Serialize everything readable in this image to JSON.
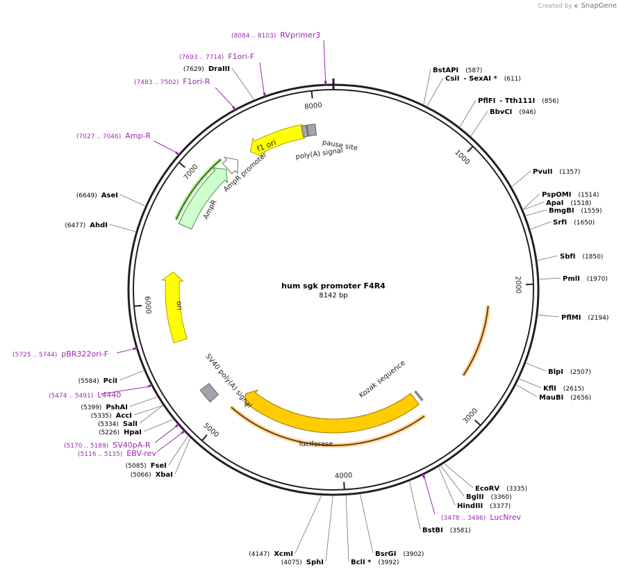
{
  "brand": {
    "created_by": "Created by",
    "app_name": "SnapGene"
  },
  "plasmid": {
    "name": "hum sgk promoter F4R4",
    "size_label": "8142 bp",
    "length": 8142
  },
  "ticks": [
    {
      "label": "1000",
      "pos": 1000
    },
    {
      "label": "2000",
      "pos": 2000
    },
    {
      "label": "3000",
      "pos": 3000
    },
    {
      "label": "4000",
      "pos": 4000
    },
    {
      "label": "5000",
      "pos": 5000
    },
    {
      "label": "6000",
      "pos": 6000
    },
    {
      "label": "7000",
      "pos": 7000
    },
    {
      "label": "8000",
      "pos": 8000
    }
  ],
  "enzymes": [
    {
      "name": "BstAPI",
      "pos": 587,
      "coord": "(587)"
    },
    {
      "name": "CsiI",
      "suffix": "- SexAI *",
      "pos": 611,
      "coord": "(611)"
    },
    {
      "name": "PflFI",
      "suffix": "- Tth111I",
      "pos": 856,
      "coord": "(856)"
    },
    {
      "name": "BbvCI",
      "pos": 946,
      "coord": "(946)"
    },
    {
      "name": "PvuII",
      "pos": 1357,
      "coord": "(1357)"
    },
    {
      "name": "PspOMI",
      "pos": 1514,
      "coord": "(1514)"
    },
    {
      "name": "ApaI",
      "pos": 1518,
      "coord": "(1518)"
    },
    {
      "name": "BmgBI",
      "pos": 1559,
      "coord": "(1559)"
    },
    {
      "name": "SrfI",
      "pos": 1650,
      "coord": "(1650)"
    },
    {
      "name": "SbfI",
      "pos": 1850,
      "coord": "(1850)"
    },
    {
      "name": "PmlI",
      "pos": 1970,
      "coord": "(1970)"
    },
    {
      "name": "PflMI",
      "pos": 2194,
      "coord": "(2194)"
    },
    {
      "name": "BlpI",
      "pos": 2507,
      "coord": "(2507)"
    },
    {
      "name": "KflI",
      "pos": 2615,
      "coord": "(2615)"
    },
    {
      "name": "MauBI",
      "pos": 2656,
      "coord": "(2656)"
    },
    {
      "name": "EcoRV",
      "pos": 3335,
      "coord": "(3335)"
    },
    {
      "name": "BglII",
      "pos": 3360,
      "coord": "(3360)"
    },
    {
      "name": "HindIII",
      "pos": 3377,
      "coord": "(3377)"
    },
    {
      "name": "BstBI",
      "pos": 3581,
      "coord": "(3581)"
    },
    {
      "name": "BsrGI",
      "pos": 3902,
      "coord": "(3902)"
    },
    {
      "name": "BclI *",
      "pos": 3992,
      "coord": "(3992)"
    },
    {
      "name": "SphI",
      "pos": 4075,
      "coord": "(4075)"
    },
    {
      "name": "XcmI",
      "pos": 4147,
      "coord": "(4147)"
    },
    {
      "name": "XbaI",
      "pos": 5066,
      "coord": "(5066)"
    },
    {
      "name": "FseI",
      "pos": 5085,
      "coord": "(5085)"
    },
    {
      "name": "HpaI",
      "pos": 5226,
      "coord": "(5226)"
    },
    {
      "name": "SalI",
      "pos": 5334,
      "coord": "(5334)"
    },
    {
      "name": "AccI",
      "pos": 5335,
      "coord": "(5335)"
    },
    {
      "name": "PshAI",
      "pos": 5399,
      "coord": "(5399)"
    },
    {
      "name": "PciI",
      "pos": 5584,
      "coord": "(5584)"
    },
    {
      "name": "AhdI",
      "pos": 6477,
      "coord": "(6477)"
    },
    {
      "name": "AseI",
      "pos": 6649,
      "coord": "(6649)"
    },
    {
      "name": "DraIII",
      "pos": 7629,
      "coord": "(7629)"
    }
  ],
  "primers": [
    {
      "name": "RVprimer3",
      "range": "(8084 .. 8103)",
      "pos": 8093
    },
    {
      "name": "F1ori-F",
      "range": "(7693 .. 7714)",
      "pos": 7703
    },
    {
      "name": "F1ori-R",
      "range": "(7483 .. 7502)",
      "pos": 7492
    },
    {
      "name": "Amp-R",
      "range": "(7027 .. 7046)",
      "pos": 7036
    },
    {
      "name": "pBR322ori-F",
      "range": "(5725 .. 5744)",
      "pos": 5734
    },
    {
      "name": "L4440",
      "range": "(5474 .. 5491)",
      "pos": 5482
    },
    {
      "name": "SV40pA-R",
      "range": "(5170 .. 5189)",
      "pos": 5180
    },
    {
      "name": "EBV-rev",
      "range": "(5116 .. 5135)",
      "pos": 5125
    },
    {
      "name": "LucNrev",
      "range": "(3478 .. 3496)",
      "pos": 3487
    }
  ],
  "features": [
    {
      "name": "f1 ori",
      "label": "f1 ori",
      "start": 7440,
      "end": 7900,
      "dir": "ccw",
      "radius": 232,
      "fill": "#ffff00",
      "stroke": "#b0a000"
    },
    {
      "name": "AmpR promoter",
      "label": "AmpR promoter",
      "start": 7210,
      "end": 7320,
      "dir": "cw",
      "radius": 232,
      "fill": "#ffffff",
      "stroke": "#707070"
    },
    {
      "name": "AmpR",
      "label": "AmpR",
      "start": 6630,
      "end": 7200,
      "dir": "cw",
      "radius": 232,
      "fill": "#ccffcc",
      "stroke": "#4a8a4a"
    },
    {
      "name": "ori",
      "label": "ori",
      "start": 5690,
      "end": 6250,
      "dir": "cw",
      "radius": 232,
      "fill": "#ffff00",
      "stroke": "#b0a000"
    },
    {
      "name": "luciferase",
      "label": "luciferase",
      "start": 3240,
      "end": 4980,
      "dir": "cw",
      "radius": 196,
      "fill": "#ffcc00",
      "stroke": "#a07800"
    },
    {
      "name": "SV40 poly(A) signal",
      "label": "SV40 poly(A) signal",
      "start": 5150,
      "end": 5270,
      "dir": "none",
      "radius": 232,
      "fill": "#a0a4ac",
      "stroke": "#606060"
    },
    {
      "name": "poly(A) signal",
      "label": "poly(A) signal",
      "start": 7890,
      "end": 7930,
      "dir": "none",
      "radius": 232,
      "fill": "#a0a4ac",
      "stroke": "#606060"
    },
    {
      "name": "pause site",
      "label": "pause site",
      "start": 7935,
      "end": 8000,
      "dir": "none",
      "radius": 232,
      "fill": "#a0a4ac",
      "stroke": "#606060"
    },
    {
      "name": "Kozak sequence",
      "label": "Kozak sequence",
      "start": 3185,
      "end": 3200,
      "dir": "none",
      "radius": 196,
      "fill": "#a0a4ac",
      "stroke": "#606060"
    }
  ],
  "orange_regions": [
    {
      "name": "region-a",
      "start": 2170,
      "end": 2790,
      "dir": "cw"
    },
    {
      "name": "region-b",
      "start": 3260,
      "end": 5000,
      "dir": "ccw"
    }
  ],
  "other_region": {
    "name": "region-amp",
    "start": 6650,
    "end": 7220,
    "color": "#2e6b1a"
  },
  "colors": {
    "primer": "#9c27b0",
    "enzyme_line": "#707070",
    "backbone": "#202020"
  }
}
